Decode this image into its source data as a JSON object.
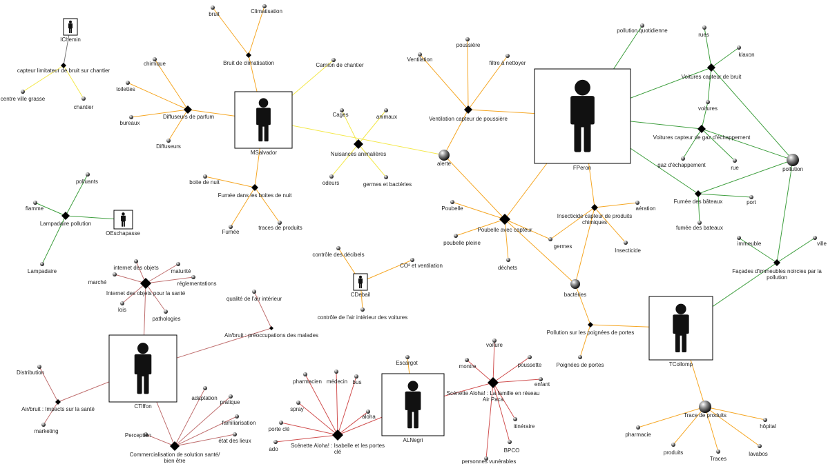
{
  "colors": {
    "orange": "#f5a623",
    "yellow": "#f4e84a",
    "green": "#3f9f3f",
    "red": "#d05050",
    "brown": "#c07070"
  },
  "persons": [
    {
      "id": "IChemin",
      "label": "IChemin"
    },
    {
      "id": "MSalvador",
      "label": "MSalvador"
    },
    {
      "id": "FPeron",
      "label": "FPeron"
    },
    {
      "id": "OEschapasse",
      "label": "OEschapasse"
    },
    {
      "id": "CDebail",
      "label": "CDebail"
    },
    {
      "id": "CTiffon",
      "label": "CTiffon"
    },
    {
      "id": "ALNegri",
      "label": "ALNegri"
    },
    {
      "id": "TCollomp",
      "label": "TCollomp"
    }
  ],
  "hubs": [
    {
      "id": "h_capteur",
      "label": "capteur limitateur de bruit sur chantier"
    },
    {
      "id": "h_bruitclim",
      "label": "Bruit de climatisation"
    },
    {
      "id": "h_parfum",
      "label": "Diffuseurs de parfum"
    },
    {
      "id": "h_animal",
      "label": "Nuisances animalières"
    },
    {
      "id": "h_fumee",
      "label": "Fumée dans les boites de nuit"
    },
    {
      "id": "h_ventil",
      "label": "Ventilation capteur de poussière"
    },
    {
      "id": "h_poubelle",
      "label": "Poubelle avec capteur"
    },
    {
      "id": "h_insect",
      "label": "Insecticide capteur de produits chimiques"
    },
    {
      "id": "h_voitbruit",
      "label": "Voitures capteur de bruit"
    },
    {
      "id": "h_voitgaz",
      "label": "Voitures capteur de gaz d'échappement"
    },
    {
      "id": "h_fumbat",
      "label": "Fumée des bâteaux"
    },
    {
      "id": "h_facades",
      "label": "Façades d'immeubles noircies par la pollution"
    },
    {
      "id": "h_lampadaire",
      "label": "Lampadaire pollution"
    },
    {
      "id": "h_iot",
      "label": "Internet des objets pour la santé"
    },
    {
      "id": "h_airbruit1",
      "label": "Air/bruit : préoccupations des malades"
    },
    {
      "id": "h_airbruit2",
      "label": "Air/bruit : Impacts sur la santé"
    },
    {
      "id": "h_commerc",
      "label": "Commercialisation de solution santé/ bien être"
    },
    {
      "id": "h_aloha1",
      "label": "Scénette Aloha! : Isabelle et les portes clé"
    },
    {
      "id": "h_aloha2",
      "label": "Scénette Aloha! : La famille en réseau Air Paca"
    },
    {
      "id": "h_pollupoign",
      "label": "Pollution sur les poignées de portes"
    }
  ],
  "spheres": [
    {
      "id": "s_alerte",
      "label": "alerte"
    },
    {
      "id": "s_pollution",
      "label": "pollution"
    },
    {
      "id": "s_bacteries",
      "label": "bactéries"
    },
    {
      "id": "s_trace",
      "label": "Trace de produits"
    }
  ],
  "leaves": [
    {
      "id": "l_centreville",
      "label": "centre ville grasse"
    },
    {
      "id": "l_chantier",
      "label": "chantier"
    },
    {
      "id": "l_bruit",
      "label": "bruit"
    },
    {
      "id": "l_clim",
      "label": "Climatisation"
    },
    {
      "id": "l_camion",
      "label": "Camion de chantier"
    },
    {
      "id": "l_chimique",
      "label": "chimique"
    },
    {
      "id": "l_toilettes",
      "label": "toilettes"
    },
    {
      "id": "l_bureaux",
      "label": "bureaux"
    },
    {
      "id": "l_diffuseurs",
      "label": "Diffuseurs"
    },
    {
      "id": "l_cages",
      "label": "Cages"
    },
    {
      "id": "l_animaux",
      "label": "animaux"
    },
    {
      "id": "l_odeurs",
      "label": "odeurs"
    },
    {
      "id": "l_germesbact",
      "label": "germes et bactéries"
    },
    {
      "id": "l_boitenuit",
      "label": "boite de nuit"
    },
    {
      "id": "l_fumee",
      "label": "Fumée"
    },
    {
      "id": "l_traces",
      "label": "traces de produits"
    },
    {
      "id": "l_ventilation",
      "label": "Ventilation"
    },
    {
      "id": "l_poussiere",
      "label": "poussière"
    },
    {
      "id": "l_filtre",
      "label": "filtre à nettoyer"
    },
    {
      "id": "l_pollquot",
      "label": "pollution quotidienne"
    },
    {
      "id": "l_rues",
      "label": "rues"
    },
    {
      "id": "l_klaxon",
      "label": "klaxon"
    },
    {
      "id": "l_voitures",
      "label": "voitures"
    },
    {
      "id": "l_gaz",
      "label": "gaz d'échappement"
    },
    {
      "id": "l_rue",
      "label": "rue"
    },
    {
      "id": "l_port",
      "label": "port"
    },
    {
      "id": "l_fumeebat",
      "label": "fumée des bateaux"
    },
    {
      "id": "l_aeration",
      "label": "aération"
    },
    {
      "id": "l_insecticide",
      "label": "Insecticide"
    },
    {
      "id": "l_germes",
      "label": "germes"
    },
    {
      "id": "l_poubelle",
      "label": "Poubelle"
    },
    {
      "id": "l_poubpleine",
      "label": "poubelle pleine"
    },
    {
      "id": "l_dechets",
      "label": "déchets"
    },
    {
      "id": "l_immeuble",
      "label": "immeuble"
    },
    {
      "id": "l_ville",
      "label": "ville"
    },
    {
      "id": "l_polluants",
      "label": "polluants"
    },
    {
      "id": "l_flamme",
      "label": "flamme"
    },
    {
      "id": "l_lampadaire",
      "label": "Lampadaire"
    },
    {
      "id": "l_iotobj",
      "label": "internet des objets"
    },
    {
      "id": "l_maturite",
      "label": "maturité"
    },
    {
      "id": "l_marche",
      "label": "marché"
    },
    {
      "id": "l_reglement",
      "label": "réglementations"
    },
    {
      "id": "l_lois",
      "label": "lois"
    },
    {
      "id": "l_patho",
      "label": "pathologies"
    },
    {
      "id": "l_qualair",
      "label": "qualité de l'air intérieur"
    },
    {
      "id": "l_controledb",
      "label": "contrôle des décibels"
    },
    {
      "id": "l_co2",
      "label": "CO² et ventilation"
    },
    {
      "id": "l_controleair",
      "label": "contrôle de l'air intérieur des voitures"
    },
    {
      "id": "l_distribution",
      "label": "Distribution"
    },
    {
      "id": "l_marketing",
      "label": "marketing"
    },
    {
      "id": "l_adaptation",
      "label": "adaptation"
    },
    {
      "id": "l_pratique",
      "label": "pratique"
    },
    {
      "id": "l_familiar",
      "label": "familiarisation"
    },
    {
      "id": "l_etatlieux",
      "label": "état des lieux"
    },
    {
      "id": "l_perception",
      "label": "Perception"
    },
    {
      "id": "l_pharmacien",
      "label": "pharmacien"
    },
    {
      "id": "l_medecin",
      "label": "médecin"
    },
    {
      "id": "l_bus",
      "label": "bus"
    },
    {
      "id": "l_spray",
      "label": "spray"
    },
    {
      "id": "l_aloha",
      "label": "aloha"
    },
    {
      "id": "l_porte",
      "label": "porte clé"
    },
    {
      "id": "l_ado",
      "label": "ado"
    },
    {
      "id": "l_escargot",
      "label": "Escargot"
    },
    {
      "id": "l_voiture",
      "label": "voiture"
    },
    {
      "id": "l_montre",
      "label": "montre"
    },
    {
      "id": "l_poussette",
      "label": "poussette"
    },
    {
      "id": "l_enfant",
      "label": "enfant"
    },
    {
      "id": "l_itineraire",
      "label": "itinéraire"
    },
    {
      "id": "l_bpco",
      "label": "BPCO"
    },
    {
      "id": "l_personnes",
      "label": "personnes vunérables"
    },
    {
      "id": "l_poignees",
      "label": "Poignées de portes"
    },
    {
      "id": "l_pharmacie",
      "label": "pharmacie"
    },
    {
      "id": "l_produits",
      "label": "produits"
    },
    {
      "id": "l_traces2",
      "label": "Traces"
    },
    {
      "id": "l_lavabos",
      "label": "lavabos"
    },
    {
      "id": "l_hopital",
      "label": "hôpital"
    }
  ],
  "edges": [
    [
      "IChemin",
      "h_capteur",
      "gray"
    ],
    [
      "h_capteur",
      "l_centreville",
      "yellow"
    ],
    [
      "h_capteur",
      "l_chantier",
      "yellow"
    ],
    [
      "MSalvador",
      "h_bruitclim",
      "orange"
    ],
    [
      "h_bruitclim",
      "l_bruit",
      "orange"
    ],
    [
      "h_bruitclim",
      "l_clim",
      "orange"
    ],
    [
      "MSalvador",
      "l_camion",
      "yellow"
    ],
    [
      "MSalvador",
      "h_parfum",
      "orange"
    ],
    [
      "h_parfum",
      "l_chimique",
      "orange"
    ],
    [
      "h_parfum",
      "l_toilettes",
      "orange"
    ],
    [
      "h_parfum",
      "l_bureaux",
      "orange"
    ],
    [
      "h_parfum",
      "l_diffuseurs",
      "orange"
    ],
    [
      "MSalvador",
      "s_alerte",
      "yellow"
    ],
    [
      "h_animal",
      "l_cages",
      "yellow"
    ],
    [
      "h_animal",
      "l_animaux",
      "yellow"
    ],
    [
      "h_animal",
      "l_odeurs",
      "yellow"
    ],
    [
      "h_animal",
      "l_germesbact",
      "yellow"
    ],
    [
      "MSalvador",
      "h_fumee",
      "orange"
    ],
    [
      "h_fumee",
      "l_boitenuit",
      "orange"
    ],
    [
      "h_fumee",
      "l_fumee",
      "orange"
    ],
    [
      "h_fumee",
      "l_traces",
      "orange"
    ],
    [
      "FPeron",
      "h_ventil",
      "orange"
    ],
    [
      "h_ventil",
      "l_ventilation",
      "orange"
    ],
    [
      "h_ventil",
      "l_poussiere",
      "orange"
    ],
    [
      "h_ventil",
      "l_filtre",
      "orange"
    ],
    [
      "h_ventil",
      "s_alerte",
      "orange"
    ],
    [
      "s_alerte",
      "h_poubelle",
      "orange"
    ],
    [
      "FPeron",
      "h_poubelle",
      "orange"
    ],
    [
      "h_poubelle",
      "l_poubelle",
      "orange"
    ],
    [
      "h_poubelle",
      "l_poubpleine",
      "orange"
    ],
    [
      "h_poubelle",
      "l_dechets",
      "orange"
    ],
    [
      "h_poubelle",
      "l_germes",
      "orange"
    ],
    [
      "h_poubelle",
      "s_bacteries",
      "orange"
    ],
    [
      "FPeron",
      "h_insect",
      "orange"
    ],
    [
      "h_insect",
      "l_aeration",
      "orange"
    ],
    [
      "h_insect",
      "l_insecticide",
      "orange"
    ],
    [
      "h_insect",
      "l_germes",
      "orange"
    ],
    [
      "h_insect",
      "s_bacteries",
      "orange"
    ],
    [
      "FPeron",
      "l_pollquot",
      "green"
    ],
    [
      "FPeron",
      "h_voitbruit",
      "green"
    ],
    [
      "h_voitbruit",
      "l_rues",
      "green"
    ],
    [
      "h_voitbruit",
      "l_klaxon",
      "green"
    ],
    [
      "h_voitbruit",
      "l_voitures",
      "green"
    ],
    [
      "h_voitbruit",
      "s_pollution",
      "green"
    ],
    [
      "FPeron",
      "h_voitgaz",
      "green"
    ],
    [
      "h_voitgaz",
      "l_voitures",
      "green"
    ],
    [
      "h_voitgaz",
      "l_gaz",
      "green"
    ],
    [
      "h_voitgaz",
      "l_rue",
      "green"
    ],
    [
      "h_voitgaz",
      "s_pollution",
      "green"
    ],
    [
      "FPeron",
      "h_fumbat",
      "green"
    ],
    [
      "h_fumbat",
      "l_port",
      "green"
    ],
    [
      "h_fumbat",
      "l_fumeebat",
      "green"
    ],
    [
      "h_fumbat",
      "s_pollution",
      "green"
    ],
    [
      "s_pollution",
      "h_facades",
      "green"
    ],
    [
      "h_facades",
      "l_immeuble",
      "green"
    ],
    [
      "h_facades",
      "l_ville",
      "green"
    ],
    [
      "h_facades",
      "TCollomp",
      "green"
    ],
    [
      "OEschapasse",
      "h_lampadaire",
      "green"
    ],
    [
      "h_lampadaire",
      "l_polluants",
      "green"
    ],
    [
      "h_lampadaire",
      "l_flamme",
      "green"
    ],
    [
      "h_lampadaire",
      "l_lampadaire",
      "green"
    ],
    [
      "CTiffon",
      "h_iot",
      "brown"
    ],
    [
      "h_iot",
      "l_iotobj",
      "brown"
    ],
    [
      "h_iot",
      "l_maturite",
      "brown"
    ],
    [
      "h_iot",
      "l_marche",
      "brown"
    ],
    [
      "h_iot",
      "l_reglement",
      "brown"
    ],
    [
      "h_iot",
      "l_lois",
      "brown"
    ],
    [
      "h_iot",
      "l_patho",
      "brown"
    ],
    [
      "CTiffon",
      "h_airbruit1",
      "brown"
    ],
    [
      "h_airbruit1",
      "l_qualair",
      "brown"
    ],
    [
      "CDebail",
      "l_controledb",
      "orange"
    ],
    [
      "CDebail",
      "l_co2",
      "orange"
    ],
    [
      "CDebail",
      "l_controleair",
      "orange"
    ],
    [
      "CTiffon",
      "h_airbruit2",
      "brown"
    ],
    [
      "h_airbruit2",
      "l_distribution",
      "brown"
    ],
    [
      "h_airbruit2",
      "l_marketing",
      "brown"
    ],
    [
      "CTiffon",
      "h_commerc",
      "brown"
    ],
    [
      "h_commerc",
      "l_adaptation",
      "brown"
    ],
    [
      "h_commerc",
      "l_pratique",
      "brown"
    ],
    [
      "h_commerc",
      "l_familiar",
      "brown"
    ],
    [
      "h_commerc",
      "l_etatlieux",
      "brown"
    ],
    [
      "h_commerc",
      "l_perception",
      "brown"
    ],
    [
      "ALNegri",
      "h_aloha1",
      "red"
    ],
    [
      "h_aloha1",
      "l_pharmacien",
      "red"
    ],
    [
      "h_aloha1",
      "l_medecin",
      "red"
    ],
    [
      "h_aloha1",
      "l_bus",
      "red"
    ],
    [
      "h_aloha1",
      "l_spray",
      "red"
    ],
    [
      "h_aloha1",
      "l_aloha",
      "red"
    ],
    [
      "h_aloha1",
      "l_porte",
      "red"
    ],
    [
      "h_aloha1",
      "l_ado",
      "red"
    ],
    [
      "ALNegri",
      "l_escargot",
      "orange"
    ],
    [
      "ALNegri",
      "h_aloha2",
      "red"
    ],
    [
      "h_aloha2",
      "l_voiture",
      "red"
    ],
    [
      "h_aloha2",
      "l_montre",
      "red"
    ],
    [
      "h_aloha2",
      "l_poussette",
      "red"
    ],
    [
      "h_aloha2",
      "l_enfant",
      "red"
    ],
    [
      "h_aloha2",
      "l_itineraire",
      "red"
    ],
    [
      "h_aloha2",
      "l_bpco",
      "red"
    ],
    [
      "h_aloha2",
      "l_personnes",
      "red"
    ],
    [
      "s_bacteries",
      "h_pollupoign",
      "orange"
    ],
    [
      "TCollomp",
      "h_pollupoign",
      "orange"
    ],
    [
      "h_pollupoign",
      "l_poignees",
      "orange"
    ],
    [
      "TCollomp",
      "s_trace",
      "orange"
    ],
    [
      "s_trace",
      "l_pharmacie",
      "orange"
    ],
    [
      "s_trace",
      "l_produits",
      "orange"
    ],
    [
      "s_trace",
      "l_traces2",
      "orange"
    ],
    [
      "s_trace",
      "l_lavabos",
      "orange"
    ],
    [
      "s_trace",
      "l_hopital",
      "orange"
    ]
  ]
}
